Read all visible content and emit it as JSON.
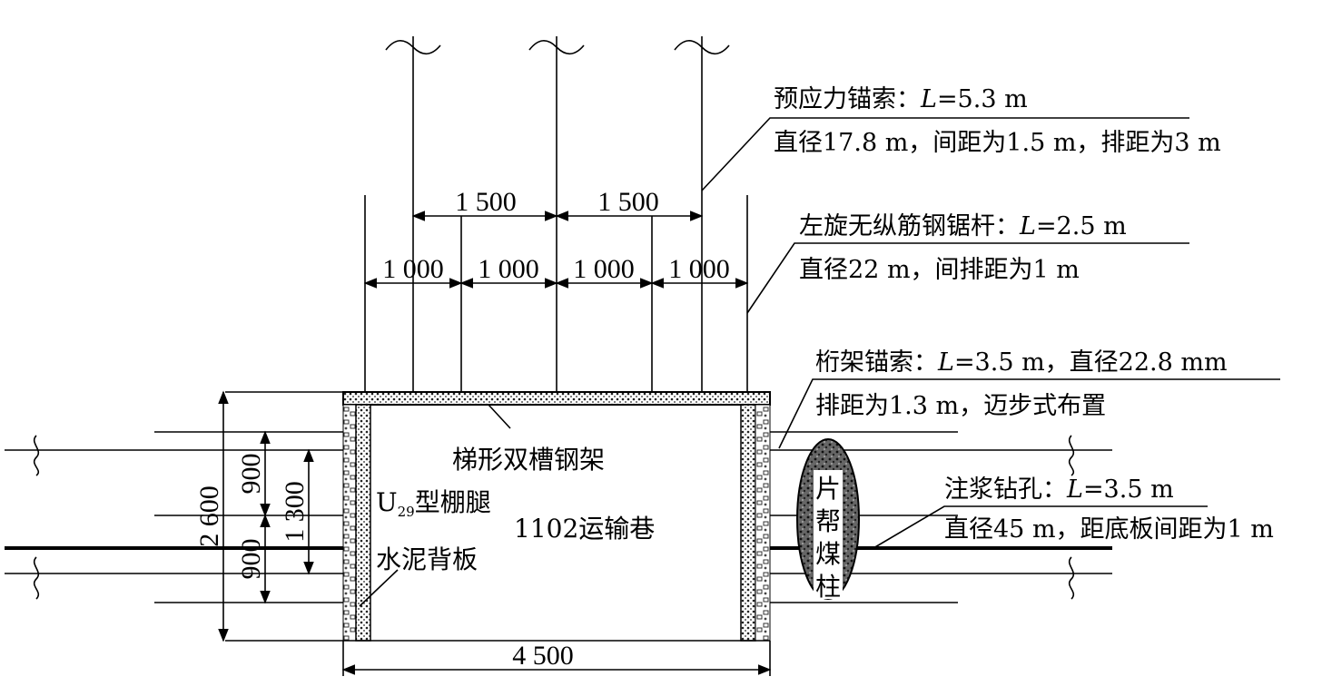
{
  "dimensions": {
    "cable_spacing_left": "1 500",
    "cable_spacing_right": "1 500",
    "bolt_spacings": [
      "1 000",
      "1 000",
      "1 000",
      "1 000"
    ],
    "roadway_width": "4 500",
    "roadway_height": "2 600",
    "upper_offset": "900",
    "lower_offset": "900",
    "wall_bolt_span": "1 300"
  },
  "labels": {
    "prestressed_cable_title": "预应力锚索：",
    "prestressed_cable_len_var": "L",
    "prestressed_cable_len_val": "=5.3 m",
    "prestressed_cable_spec": "直径17.8 m，间距为1.5 m，排距为3 m",
    "bolt_title": "左旋无纵筋钢锯杆：",
    "bolt_len_var": "L",
    "bolt_len_val": "=2.5 m",
    "bolt_spec": "直径22 m，间排距为1 m",
    "truss_cable_title": "桁架锚索：",
    "truss_cable_len_var": "L",
    "truss_cable_len_val": "=3.5 m，直径22.8 mm",
    "truss_cable_spec": "排距为1.3 m，迈步式布置",
    "grout_title": "注浆钻孔：",
    "grout_len_var": "L",
    "grout_len_val": "=3.5 m",
    "grout_spec": "直径45 m，距底板间距为1 m",
    "steel_frame": "梯形双槽钢架",
    "u_leg_prefix": "U",
    "u_leg_sub": "29",
    "u_leg_suffix": "型棚腿",
    "cement_board": "水泥背板",
    "roadway_name": "1102运输巷",
    "pillar_chars": [
      "片",
      "帮",
      "煤",
      "柱"
    ]
  }
}
